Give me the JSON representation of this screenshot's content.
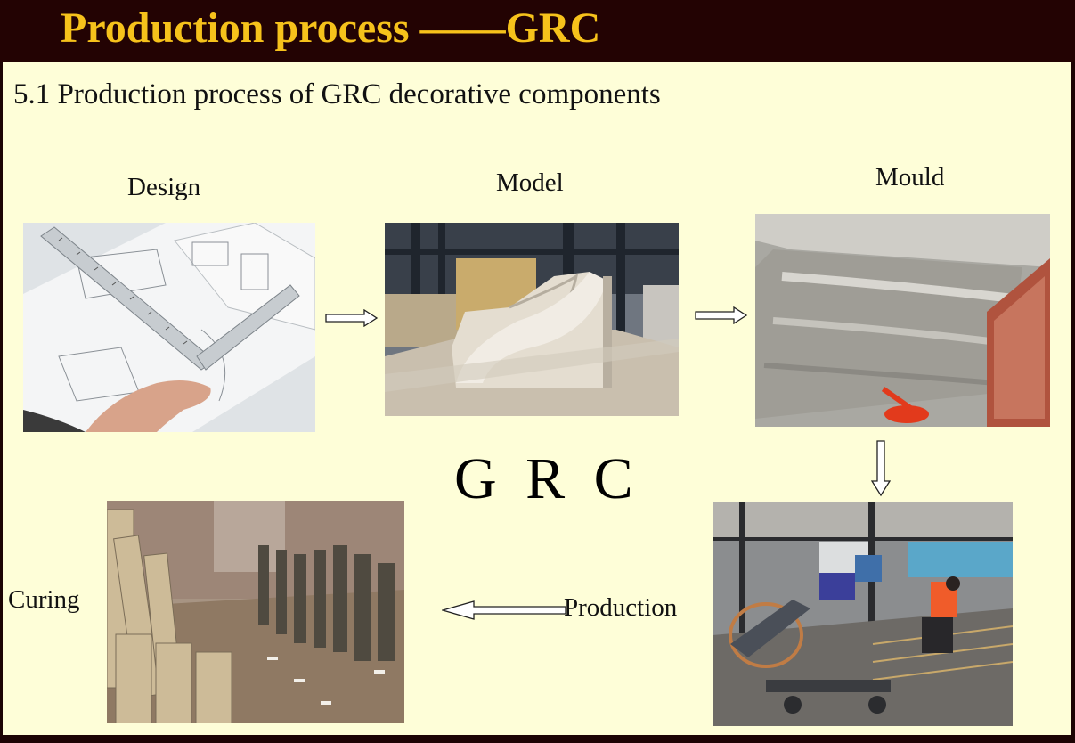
{
  "slide": {
    "title": "Production process ——GRC",
    "subtitle": "5.1  Production process of GRC decorative components",
    "center_label": "G R C"
  },
  "steps": {
    "design": "Design",
    "model": "Model",
    "mould": "Mould",
    "production": "Production",
    "curing": "Curing"
  },
  "colors": {
    "title_bar": "#230303",
    "title_text": "#f6c21b",
    "slide_background": "#fefed8"
  }
}
